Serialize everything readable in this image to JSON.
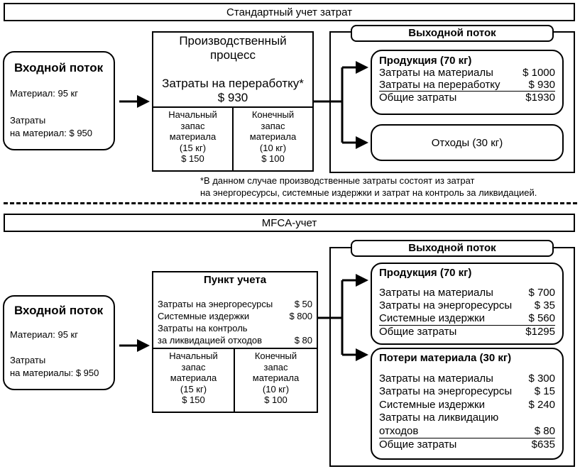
{
  "top": {
    "header": "Стандартный учет затрат",
    "input": {
      "title": "Входной поток",
      "material": "Материал: 95 кг",
      "cost_l1": "Затраты",
      "cost_l2": "на материал:  $ 950"
    },
    "process": {
      "title_l1": "Производственный",
      "title_l2": "процесс",
      "cost_l1": "Затраты на переработку*",
      "cost_l2": "$ 930",
      "start_stock": [
        "Начальный",
        "запас",
        "материала",
        "(15 кг)",
        "$ 150"
      ],
      "end_stock": [
        "Конечный",
        "запас",
        "материала",
        "(10 кг)",
        "$ 100"
      ]
    },
    "output": {
      "tag": "Выходной поток",
      "product_title": "Продукция (70 кг)",
      "rows": [
        {
          "label": "Затраты на материалы",
          "value": "$ 1000"
        },
        {
          "label": "Затраты на переработку",
          "value": "$ 930"
        }
      ],
      "total_label": "Общие затраты",
      "total_value": "$1930",
      "waste": "Отходы (30 кг)"
    },
    "note_l1": "*В данном случае производственные затраты состоят из затрат",
    "note_l2": "на энергоресурсы, системные издержки и затрат на контроль за ликвидацией."
  },
  "bottom": {
    "header": "MFCA-учет",
    "input": {
      "title": "Входной поток",
      "material": "Материал: 95 кг",
      "cost_l1": "Затраты",
      "cost_l2": "на материалы:  $ 950"
    },
    "point": {
      "title": "Пункт учета",
      "rows": [
        {
          "label": "Затраты на энергоресурсы",
          "value": "$ 50"
        },
        {
          "label": "Системные издержки",
          "value": "$ 800"
        }
      ],
      "control_l1": "Затраты на контроль",
      "control_l2": "за ликвидацией отходов",
      "control_value": "$ 80",
      "start_stock": [
        "Начальный",
        "запас",
        "материала",
        "(15 кг)",
        "$ 150"
      ],
      "end_stock": [
        "Конечный",
        "запас",
        "материала",
        "(10 кг)",
        "$ 100"
      ]
    },
    "output": {
      "tag": "Выходной поток",
      "product_title": "Продукция (70 кг)",
      "product_rows": [
        {
          "label": "Затраты на материалы",
          "value": "$ 700"
        },
        {
          "label": "Затраты на энергоресурсы",
          "value": "$ 35"
        },
        {
          "label": "Системные издержки",
          "value": "$ 560"
        }
      ],
      "product_total_label": "Общие затраты",
      "product_total_value": "$1295",
      "loss_title": "Потери материала (30 кг)",
      "loss_rows": [
        {
          "label": "Затраты на материалы",
          "value": "$ 300"
        },
        {
          "label": "Затраты на энергоресурсы",
          "value": "$ 15"
        },
        {
          "label": "Системные издержки",
          "value": "$ 240"
        }
      ],
      "loss_disposal_l1": "Затраты на ликвидацию",
      "loss_disposal_l2": "отходов",
      "loss_disposal_value": "$ 80",
      "loss_total_label": "Общие затраты",
      "loss_total_value": "$635"
    }
  }
}
